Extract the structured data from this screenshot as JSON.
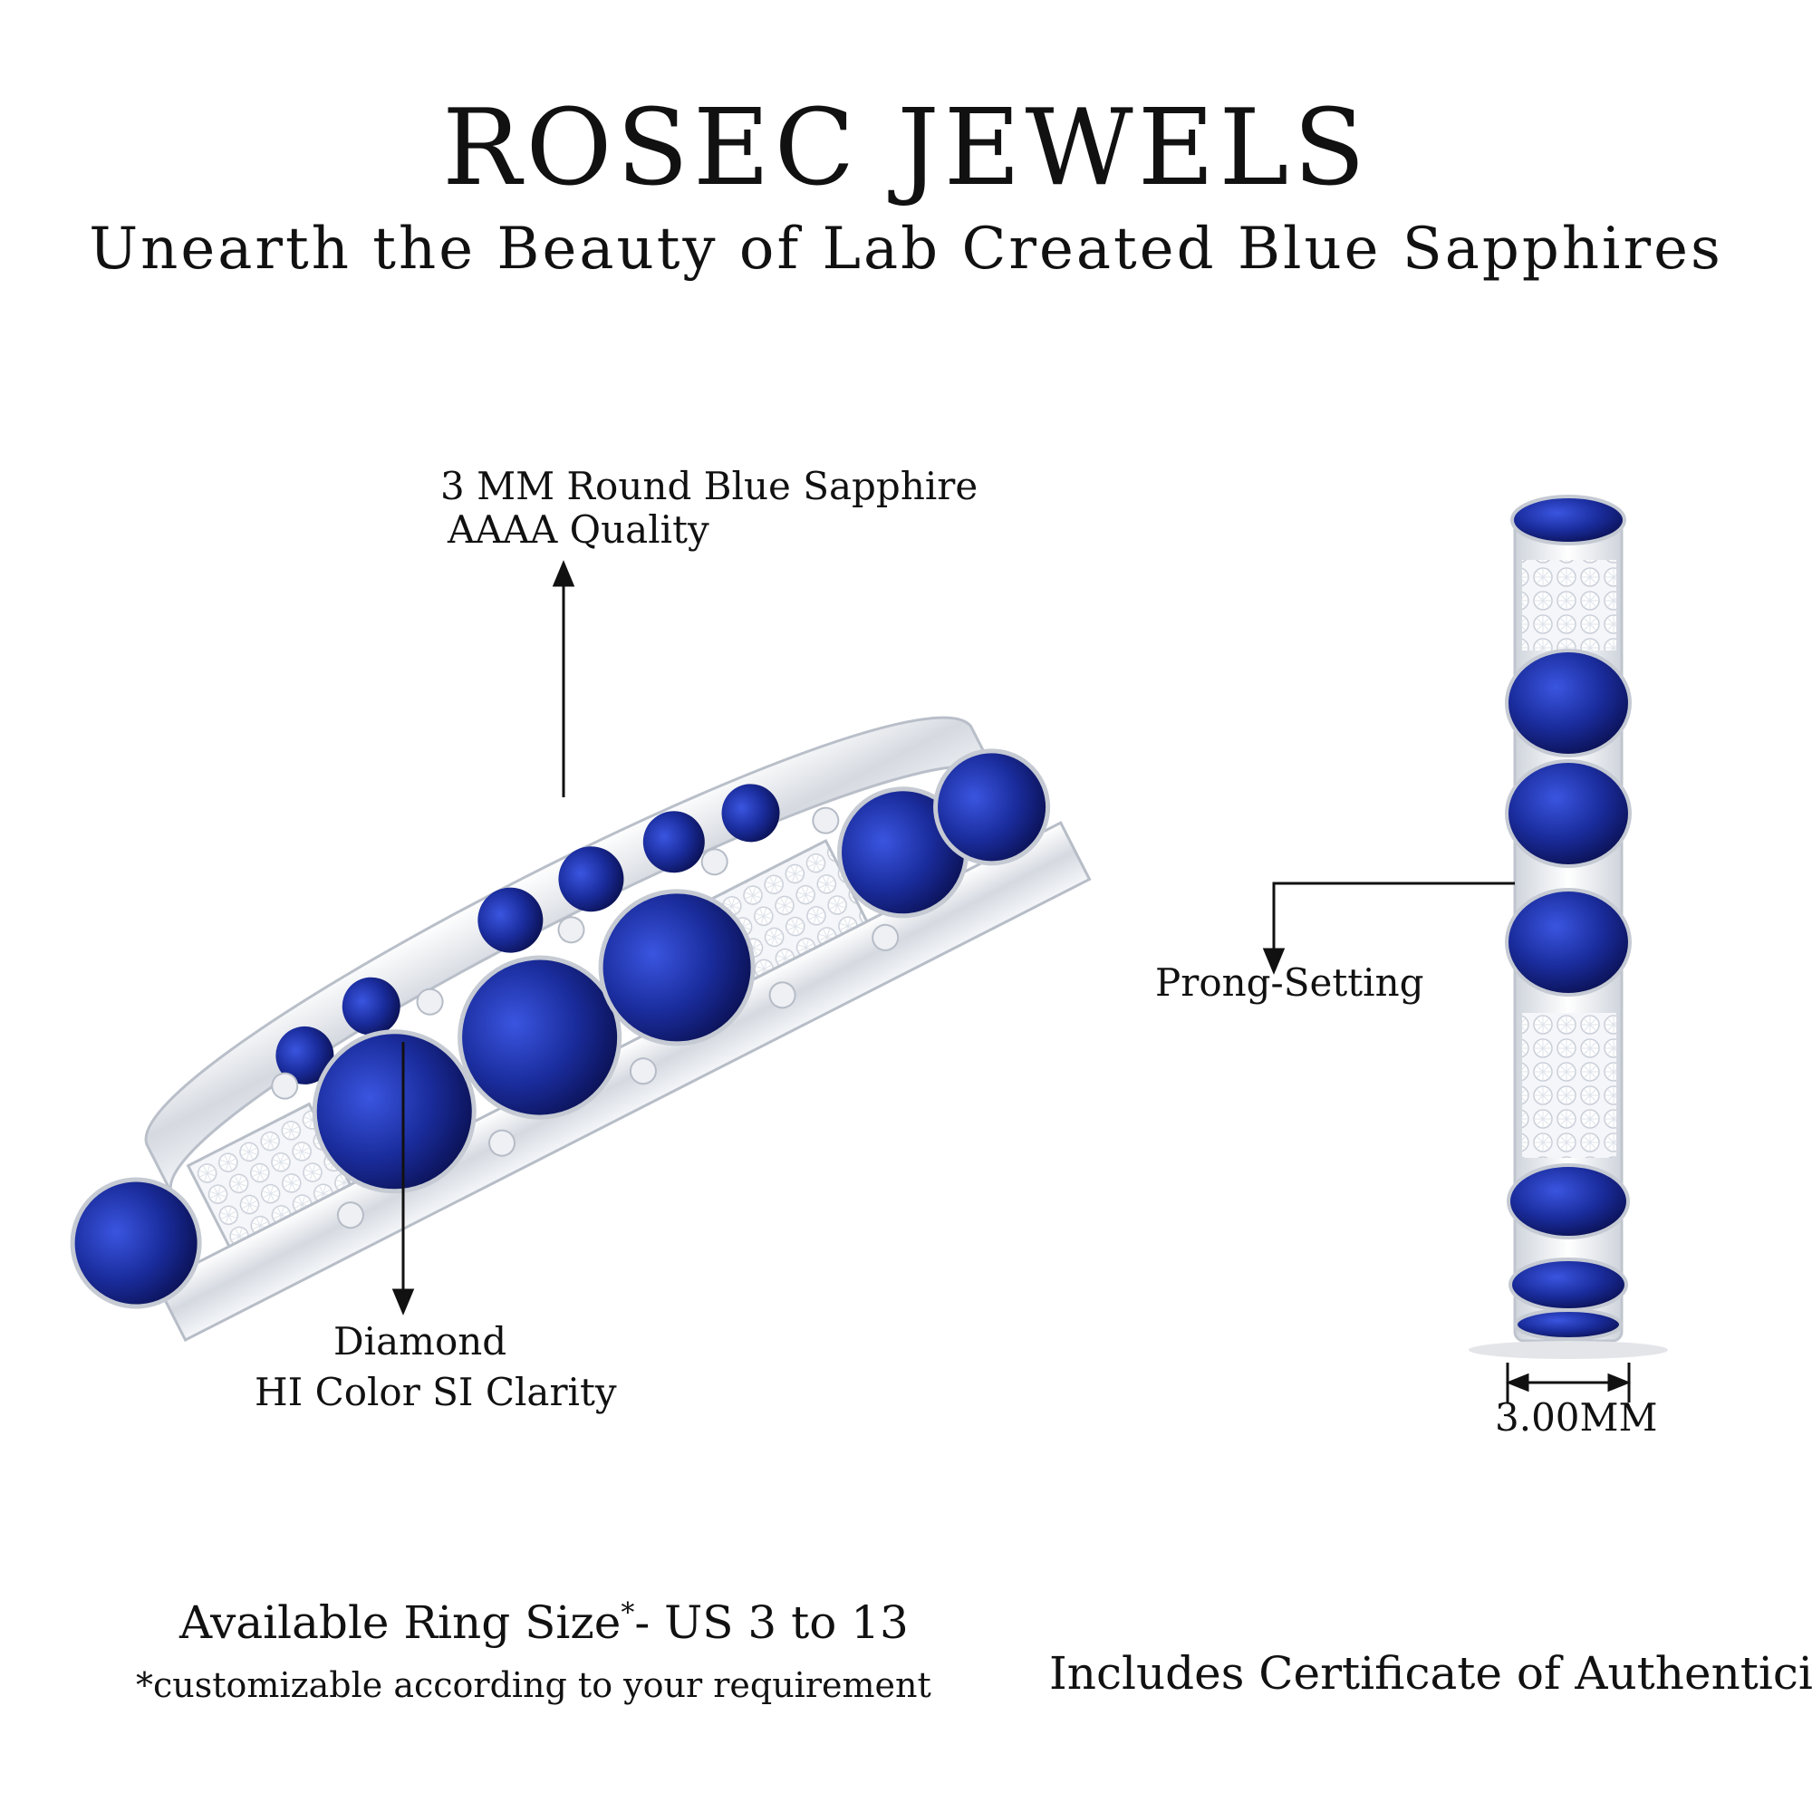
{
  "header": {
    "brand": "ROSEC JEWELS",
    "tagline": "Unearth the Beauty of Lab Created Blue Sapphires"
  },
  "callouts": {
    "sapphire_line1": "3 MM Round Blue Sapphire",
    "sapphire_line2": "AAAA Quality",
    "diamond_line1": "Diamond",
    "diamond_line2": "HI Color SI Clarity",
    "setting": "Prong-Setting",
    "width": "3.00MM"
  },
  "footer": {
    "ring_size_label": "Available Ring Size",
    "ring_size_mark": "*",
    "ring_size_value": "- US 3 to 13",
    "customizable_note": "*customizable according to your requirement",
    "certificate": "Includes Certificate of Authenticity"
  },
  "colors": {
    "sapphire": "#1a2c9c",
    "sapphire_dark": "#0c1466",
    "metal": "#e6e9ee",
    "diamond": "#f4f5f8",
    "text": "#111111"
  }
}
